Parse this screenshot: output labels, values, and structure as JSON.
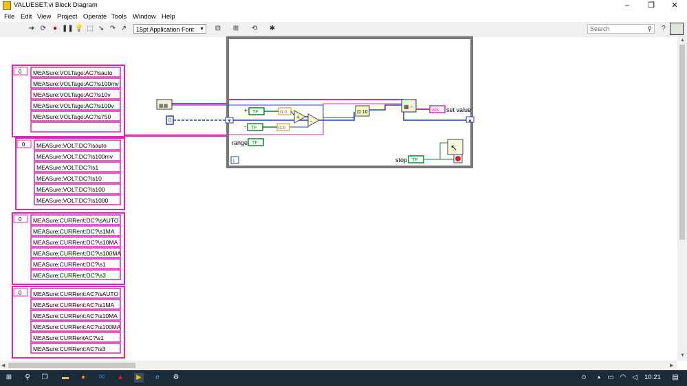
{
  "window": {
    "title": "VALUESET.vi Block Diagram",
    "minimize": "–",
    "maximize": "❐",
    "close": "✕"
  },
  "menu": [
    "File",
    "Edit",
    "View",
    "Project",
    "Operate",
    "Tools",
    "Window",
    "Help"
  ],
  "toolbar": {
    "font": "15pt Application Font",
    "search_placeholder": "Search"
  },
  "array_constants": [
    {
      "index": "0",
      "items": [
        "MEASure:VOLTage:AC?\\sauto",
        "MEASure:VOLTage:AC?\\s100mv",
        "MEASure:VOLTage:AC?\\s10v",
        "MEASure:VOLTage:AC?\\s100v",
        "MEASure:VOLTage:AC?\\s750",
        ""
      ]
    },
    {
      "index": "0",
      "items": [
        "MEASure:VOLT:DC?\\sauto",
        "MEASure:VOLT:DC?\\s100mv",
        "MEASure:VOLT:DC?\\s1",
        "MEASure:VOLT:DC?\\s10",
        "MEASure:VOLT:DC?\\s100",
        "MEASure:VOLT:DC?\\s1000"
      ]
    },
    {
      "index": "0",
      "items": [
        "MEASure:CURRent:DC?\\sAUTO",
        "MEASure:CURRent:DC?\\s1MA",
        "MEASure:CURRent:DC?\\s10MA",
        "MEASure:CURRent:DC?\\s100MA",
        "MEASure:CURRent:DC?\\s1",
        "MEASure:CURRent:DC?\\s3"
      ]
    },
    {
      "index": "0",
      "items": [
        "MEASure:CURRent:AC?\\sAUTO",
        "MEASure:CURRent:AC?\\s1MA",
        "MEASure:CURRent:AC?\\s10MA",
        "MEASure:CURRent:AC?\\s100MA",
        "MEASure:CURRentAC?\\s1",
        "MEASure:CURRent:AC?\\s3"
      ]
    }
  ],
  "diagram": {
    "numeric_constant": "0",
    "plus_label": "+",
    "minus_label": "-",
    "range_label": "range",
    "stop_label": "stop",
    "set_value_label": "set value",
    "bool_terminal": "TF",
    "int_conv": "I1:0",
    "string_terminal": "abc",
    "loop_iteration": "i"
  },
  "taskbar": {
    "time": "10:21"
  }
}
